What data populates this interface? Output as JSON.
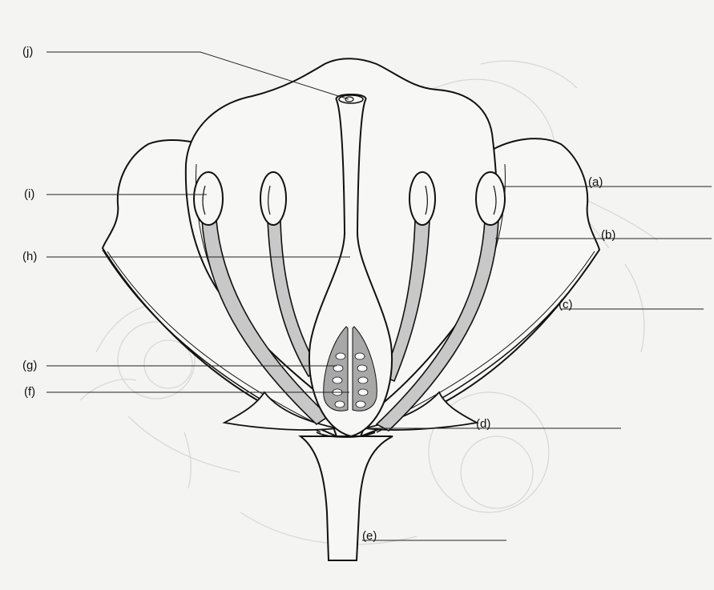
{
  "labels": {
    "a": "(a)",
    "b": "(b)",
    "c": "(c)",
    "d": "(d)",
    "e": "(e)",
    "f": "(f)",
    "g": "(g)",
    "h": "(h)",
    "i": "(i)",
    "j": "(j)"
  },
  "colors": {
    "background": "#f4f4f2",
    "outline": "#111111",
    "filament": "#c8c8c8",
    "ovule_region": "#a8a8a8",
    "ghost_sketch": "#d8d8d6"
  }
}
